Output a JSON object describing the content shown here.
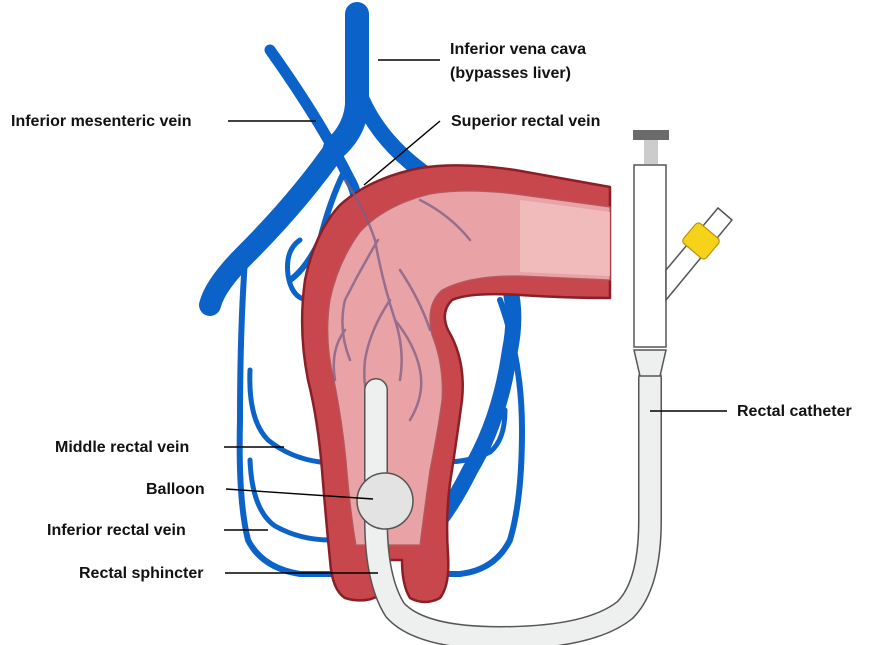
{
  "labels": {
    "ivc_line1": "Inferior vena cava",
    "ivc_line2": "(bypasses liver)",
    "inferior_mesenteric": "Inferior mesenteric vein",
    "superior_rectal": "Superior rectal vein",
    "rectal_catheter": "Rectal catheter",
    "middle_rectal": "Middle rectal vein",
    "balloon": "Balloon",
    "inferior_rectal": "Inferior rectal vein",
    "rectal_sphincter": "Rectal sphincter"
  },
  "colors": {
    "vein": "#0b63c9",
    "rectum_wall": "#c8474d",
    "rectum_wall_stroke": "#8a1f27",
    "rectum_inner": "#e9a3a6",
    "catheter_fill": "#eef0ef",
    "catheter_stroke": "#555555",
    "clamp": "#f7d21a",
    "cap": "#6b6b6b"
  }
}
